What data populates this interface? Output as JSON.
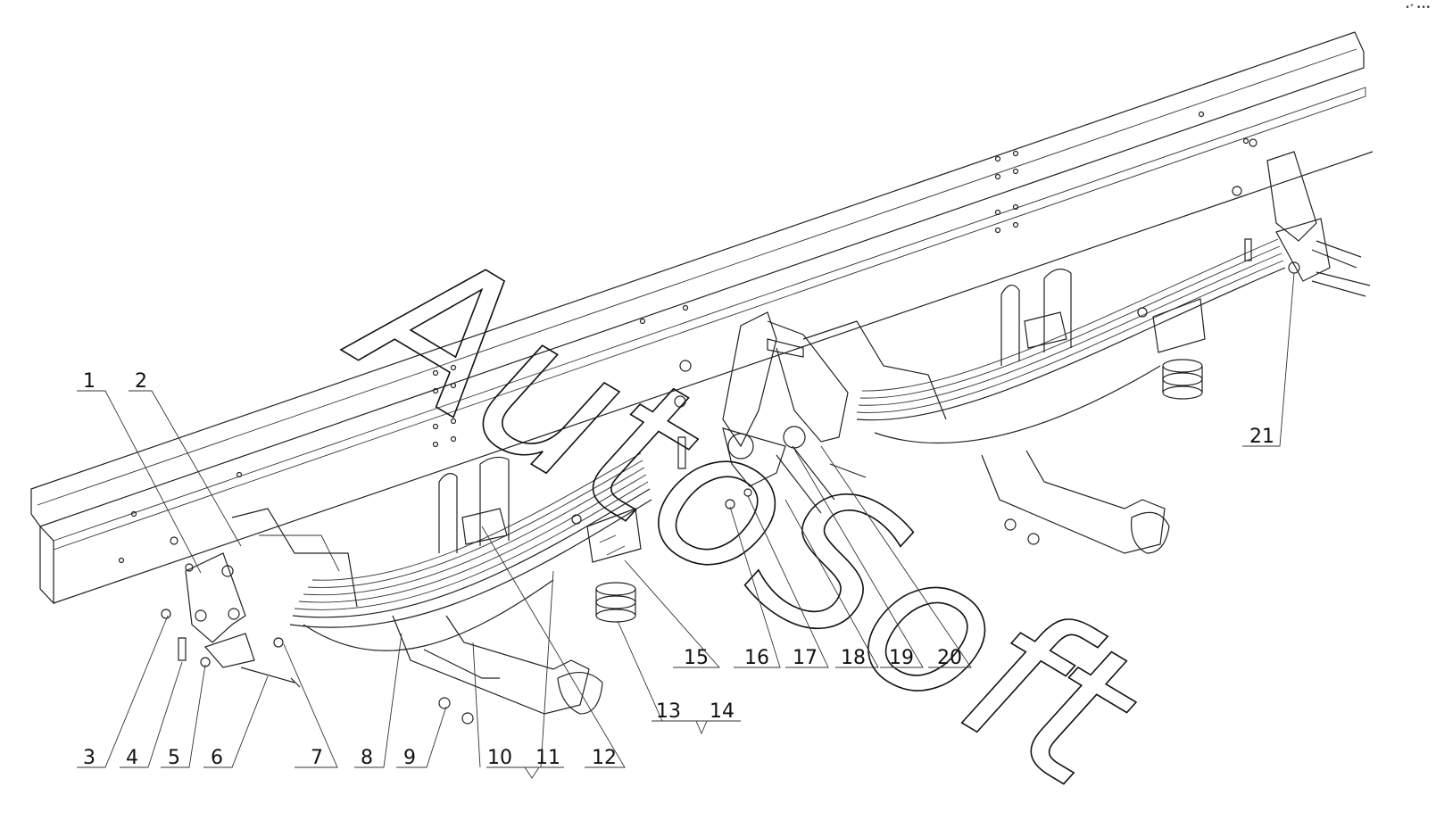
{
  "watermark": {
    "text": "AutoSoft"
  },
  "corner_mark": "•° •••",
  "callouts": [
    {
      "id": "1",
      "label": "1"
    },
    {
      "id": "2",
      "label": "2"
    },
    {
      "id": "3",
      "label": "3"
    },
    {
      "id": "4",
      "label": "4"
    },
    {
      "id": "5",
      "label": "5"
    },
    {
      "id": "6",
      "label": "6"
    },
    {
      "id": "7",
      "label": "7"
    },
    {
      "id": "8",
      "label": "8"
    },
    {
      "id": "9",
      "label": "9"
    },
    {
      "id": "10",
      "label": "10"
    },
    {
      "id": "11",
      "label": "11"
    },
    {
      "id": "12",
      "label": "12"
    },
    {
      "id": "13",
      "label": "13"
    },
    {
      "id": "14",
      "label": "14"
    },
    {
      "id": "15",
      "label": "15"
    },
    {
      "id": "16",
      "label": "16"
    },
    {
      "id": "17",
      "label": "17"
    },
    {
      "id": "18",
      "label": "18"
    },
    {
      "id": "19",
      "label": "19"
    },
    {
      "id": "20",
      "label": "20"
    },
    {
      "id": "21",
      "label": "21"
    }
  ]
}
